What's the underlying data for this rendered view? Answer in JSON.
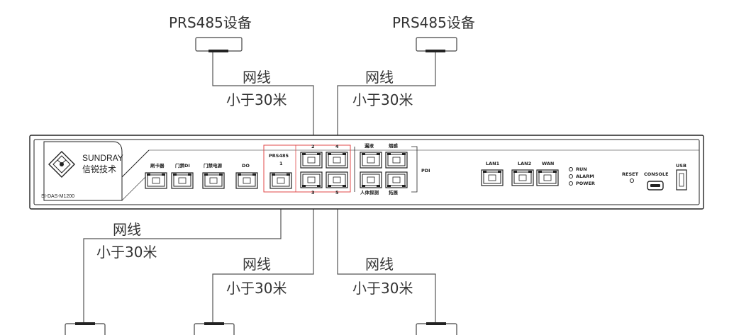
{
  "labels": {
    "device_top_left": "PRS485设备",
    "device_top_right": "PRS485设备",
    "cable": "网线",
    "distance": "小于30米"
  },
  "panel": {
    "brand": "SUNDRAY",
    "brand_cn": "信锐技术",
    "model": "SI-DAS-M1200",
    "ports": {
      "card_reader": "刷卡器",
      "door_di": "门禁DI",
      "door_power": "门禁电源",
      "do": "DO",
      "prs485": "PRS485",
      "prs485_1": "1",
      "p2": "2",
      "p3": "3",
      "p4": "4",
      "p5": "5",
      "leak": "漏液",
      "smoke": "烟感",
      "human": "人体探测",
      "expand": "拓展",
      "pdi": "PDI",
      "lan1": "LAN1",
      "lan2": "LAN2",
      "wan": "WAN",
      "run": "RUN",
      "alarm": "ALARM",
      "power": "POWER",
      "reset": "RESET",
      "console": "CONSOLE",
      "usb": "USB"
    }
  },
  "colors": {
    "line": "#555555",
    "highlight": "#e04a4a",
    "panel_stroke": "#222222"
  }
}
